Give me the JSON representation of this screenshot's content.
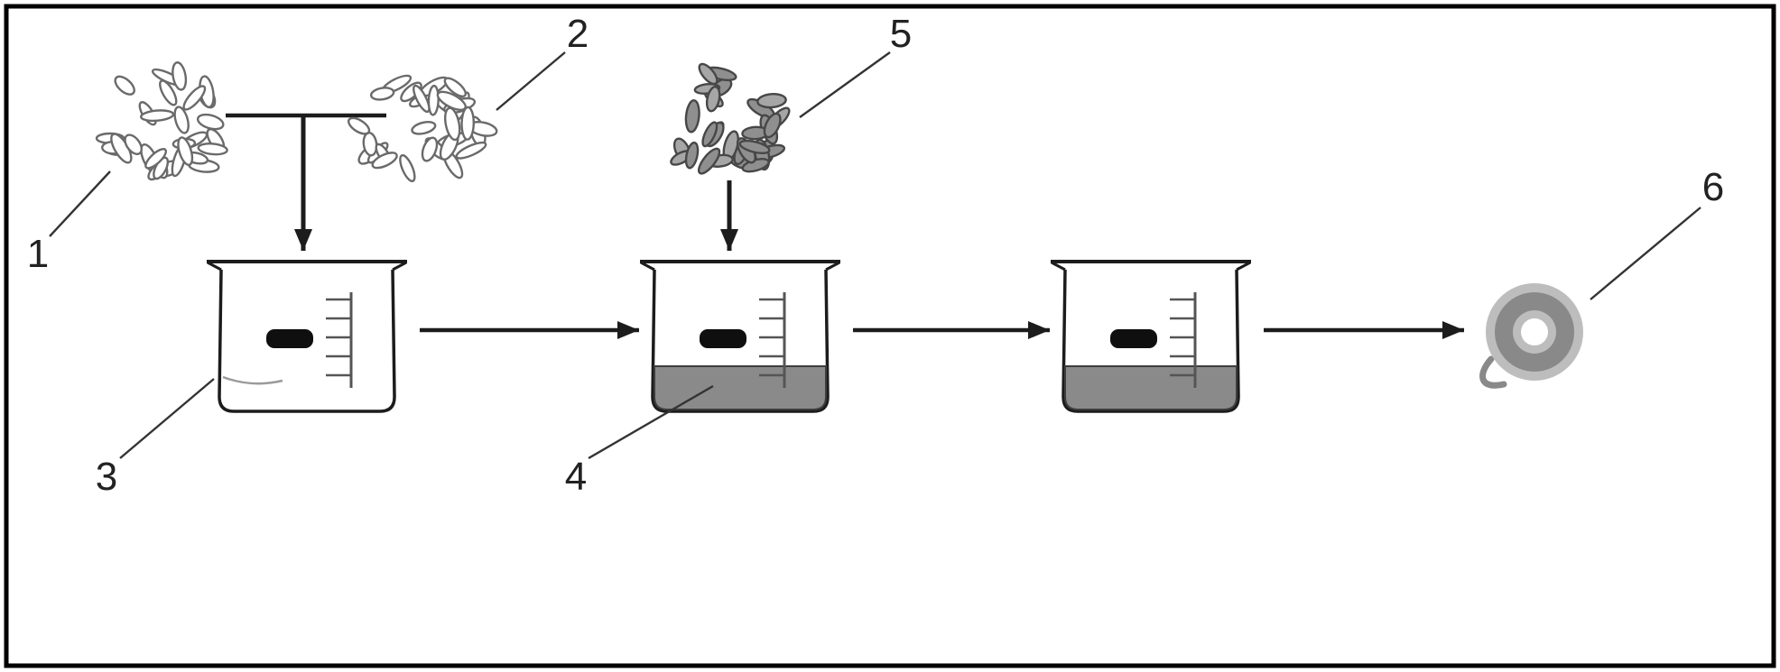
{
  "diagram": {
    "labels": {
      "n1": "1",
      "n2": "2",
      "n3": "3",
      "n4": "4",
      "n5": "5",
      "n6": "6"
    }
  },
  "colors": {
    "frame": "#000000",
    "background": "#ffffff",
    "outline": "#1c1c1c",
    "arrow": "#1c1c1c",
    "leader_line": "#333333",
    "label_text": "#222222",
    "pellet_light_fill": "#ffffff",
    "pellet_light_stroke": "#6a6a6a",
    "pellet_dark_fill": "#8f8f8f",
    "pellet_dark_fill_alt": "#a6a6a6",
    "pellet_dark_stroke": "#474747",
    "beaker_fill": "#ffffff",
    "liquid_dark": "#8a8a8a",
    "liquid_outline": "#3d3d3d",
    "meniscus": "#9a9a9a",
    "stir_bar": "#0f0f0f",
    "graduation": "#555555",
    "spool_outer": "#bdbdbd",
    "spool_ring": "#898989",
    "spool_hole": "#ffffff"
  }
}
